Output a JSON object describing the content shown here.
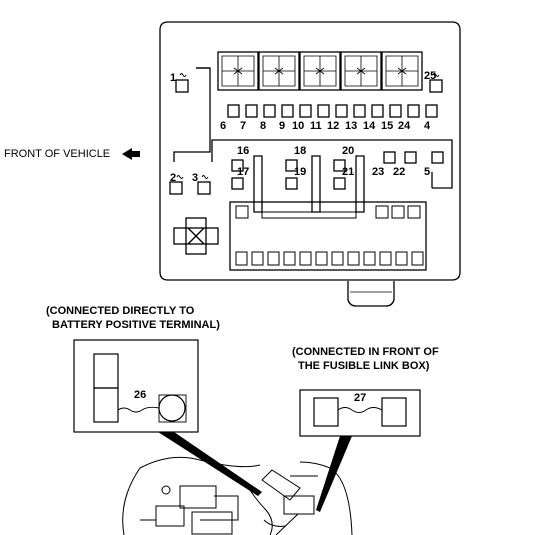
{
  "front_label": "FRONT OF VEHICLE",
  "fuse_numbers": {
    "f1": "1",
    "f2": "2",
    "f3": "3",
    "row": [
      "6",
      "7",
      "8",
      "9",
      "10",
      "11",
      "12",
      "13",
      "14",
      "15",
      "24",
      "4"
    ],
    "f5": "5",
    "f16": "16",
    "f17": "17",
    "f18": "18",
    "f19": "19",
    "f20": "20",
    "f21": "21",
    "f22": "22",
    "f23": "23",
    "f25": "25",
    "f26": "26",
    "f27": "27"
  },
  "captions": {
    "battery_line1": "(CONNECTED DIRECTLY TO",
    "battery_line2": "BATTERY POSITIVE TERMINAL)",
    "fusible_line1": "(CONNECTED IN FRONT OF",
    "fusible_line2": "THE FUSIBLE LINK BOX)"
  }
}
